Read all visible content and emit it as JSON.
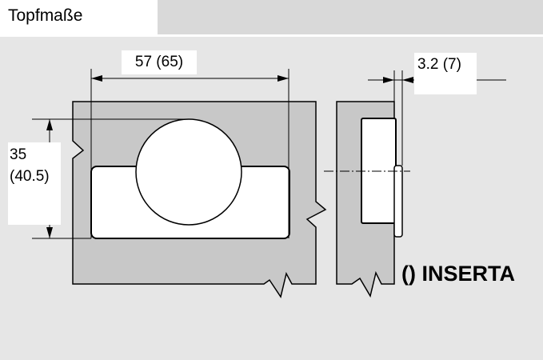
{
  "header": {
    "title": "Topfmaße"
  },
  "dimensions": {
    "width": "57 (65)",
    "depth": "3.2 (7)",
    "height_line1": "35",
    "height_line2": "(40.5)"
  },
  "note": "() INSERTA"
}
